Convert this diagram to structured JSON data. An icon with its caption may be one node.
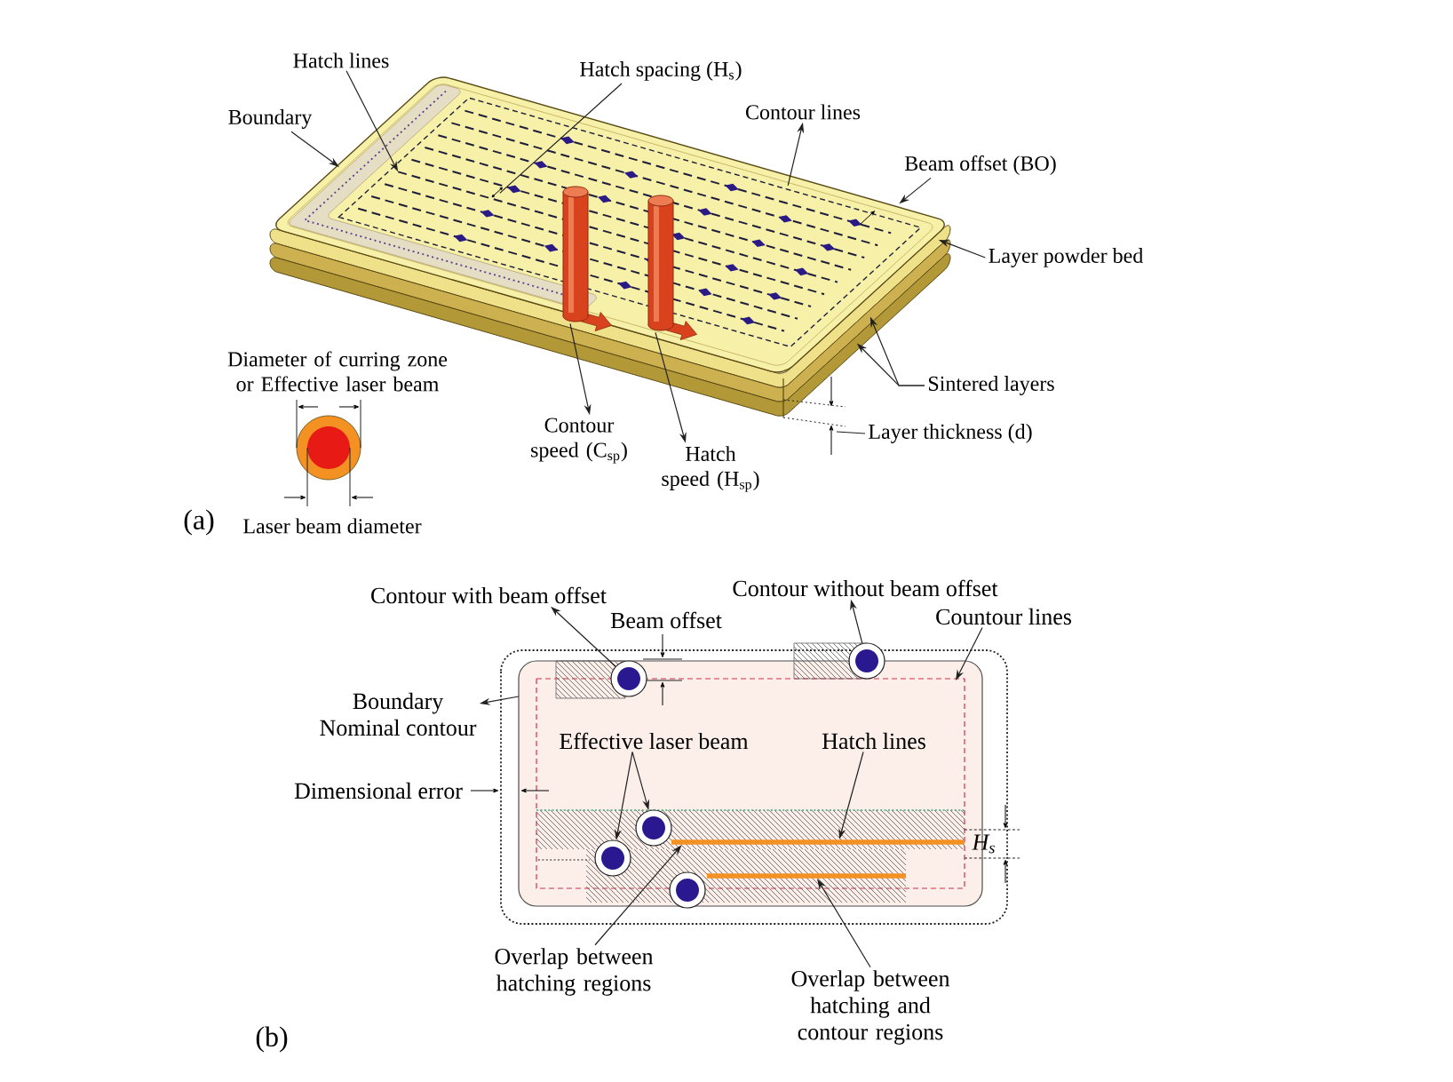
{
  "diagram": {
    "nodes": [
      {
        "text": [
          "Hatch lines"
        ]
      },
      {
        "text": [
          "Boundary"
        ]
      },
      {
        "text": [
          "Contour lines"
        ]
      },
      {
        "text": [
          "Beam offset (BO)"
        ]
      },
      {
        "text": [
          "Layer powder bed"
        ]
      },
      {
        "text": [],
        "shape": "cylinder"
      },
      {
        "text": [],
        "shape": "cylinder"
      },
      {
        "text": [
          "Sintered layers"
        ]
      },
      {
        "text": [
          "Contour speed (C$_{sp}$)"
        ]
      },
      {
        "text": [
          "Hatch speed (H$_{sp}$)"
        ]
      },
      {
        "text": [
          "Contour with beam offset"
        ]
      },
      {
        "text": [],
        "shape": "circle"
      },
      {
        "text": [
          "Contour without beam offset"
        ]
      },
      {
        "text": [],
        "shape": "circle"
      },
      {
        "text": [
          "Countour lines"
        ]
      },
      {
        "text": [
          "Boundary",
          "Nominal contour"
        ]
      },
      {
        "text": [
          "Effective laser beam"
        ]
      },
      {
        "text": [],
        "shape": "circle"
      },
      {
        "text": [],
        "shape": "circle"
      },
      {
        "text": [
          "Hatch lines"
        ]
      },
      {
        "text": [],
        "shape": "bar"
      },
      {
        "text": [],
        "shape": "bar"
      },
      {
        "text": [
          "Overlap between hatching regions"
        ]
      },
      {
        "text": [
          "Overlap between hatching and contour regions"
        ]
      }
    ],
    "edges": [
      {
        "from": 0,
        "to": null,
        "arrow": "to"
      },
      {
        "from": 1,
        "to": null,
        "arrow": "to"
      },
      {
        "from": null,
        "to": 2,
        "arrow": "to"
      },
      {
        "from": 3,
        "to": null,
        "arrow": "to"
      },
      {
        "from": 4,
        "to": null,
        "arrow": "to"
      },
      {
        "from": 7,
        "to": null,
        "arrow": "to"
      },
      {
        "from": 7,
        "to": null,
        "arrow": "to"
      },
      {
        "from": 5,
        "to": 8,
        "arrow": "to"
      },
      {
        "from": 6,
        "to": 9,
        "arrow": "to"
      },
      {
        "from": 11,
        "to": 10,
        "arrow": "to"
      },
      {
        "from": 13,
        "to": 12,
        "arrow": "to"
      },
      {
        "from": 14,
        "to": null,
        "arrow": "to"
      },
      {
        "from": null,
        "to": 15,
        "arrow": "to"
      },
      {
        "from": 16,
        "to": 17,
        "arrow": "to"
      },
      {
        "from": 16,
        "to": 18,
        "arrow": "to"
      },
      {
        "from": 19,
        "to": 20,
        "arrow": "to"
      },
      {
        "from": 22,
        "to": 20,
        "arrow": "to"
      },
      {
        "from": 23,
        "to": 21,
        "arrow": "to"
      }
    ],
    "labels": [
      "Hatch spacing (H$_{s}$)",
      "Diameter of curring zone or Effective laser beam",
      "Layer thickness (d)",
      "(a)",
      "Laser beam diameter",
      "Beam offset",
      "Dimensional error",
      "H$_{s}$",
      "(b)"
    ]
  }
}
